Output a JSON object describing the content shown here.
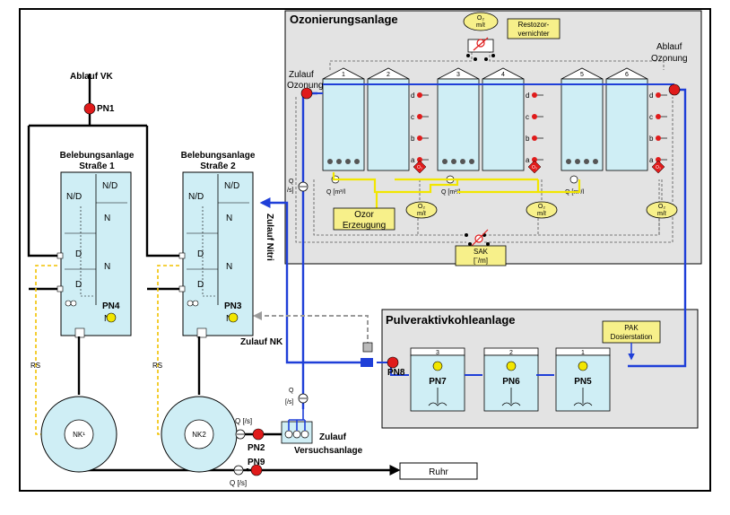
{
  "ozone_plant": {
    "title": "Ozonierungsanlage",
    "inlet_label_1": "Zulauf",
    "inlet_label_2": "Ozonung",
    "outlet_label_1": "Ablauf",
    "outlet_label_2": "Ozonung",
    "destroyer_label_1": "Restozor-",
    "destroyer_label_2": "vernichter",
    "generator_label_1": "Ozor",
    "generator_label_2": "Erzeugung",
    "sak_label_1": "SAK",
    "sak_label_2": "[ˉ/m]",
    "o3_top_1": "O₂",
    "o3_top_2": "m/ℓ",
    "o3_sensor_1": "O₂",
    "o3_sensor_2": "m/ℓ",
    "column_numbers": [
      "1",
      "2",
      "3",
      "4",
      "5",
      "6"
    ],
    "port_letters": [
      "d",
      "c",
      "b",
      "a"
    ],
    "gas_flow_label": "Q [m³/l",
    "flow_label_1": "Q",
    "flow_label_2": "/s]",
    "red_sensor_label": "O₃"
  },
  "pac_plant": {
    "title": "Pulveraktivkohleanlage",
    "dosing_1": "PAK",
    "dosing_2": "Dosierstation",
    "tank_numbers": [
      "3",
      "2",
      "1"
    ],
    "tank_points": [
      "PN7",
      "PN6",
      "PN5"
    ],
    "inlet_point": "PN8"
  },
  "aeration": {
    "lane1_title_1": "Belebungsanlage",
    "lane1_title_2": "Straße 1",
    "lane2_title_1": "Belebungsanlage",
    "lane2_title_2": "Straße 2",
    "nd": "N/D",
    "n": "N",
    "d": "D",
    "lane1_point": "PN4",
    "lane2_point": "PN3",
    "rs": "RS"
  },
  "labels": {
    "ablauf_vk": "Ablauf VK",
    "pn1": "PN1",
    "zulauf_nitri": "Zulauf Nitri",
    "zulauf_nk": "Zulauf NK",
    "nk1": "NK¹",
    "nk2": "NK2",
    "pn2": "PN2",
    "pn9": "PN9",
    "q_is": "Q [/s]",
    "q_is2": "Q [/s]",
    "q_is3": "Q",
    "q_is3b": "[/s]",
    "zulauf_va_1": "Zulauf",
    "zulauf_va_2": "Versuchsanlage",
    "ruhr": "Ruhr"
  },
  "colors": {
    "water_line": "#1f3fd8",
    "tank_fill": "#cfeef5",
    "sample_point": "#e01b1b",
    "pn_marker": "#f2e600",
    "ozone_gas": "#f2e600",
    "panel_bg": "#e3e3e3",
    "rs_line": "#f2c200"
  }
}
